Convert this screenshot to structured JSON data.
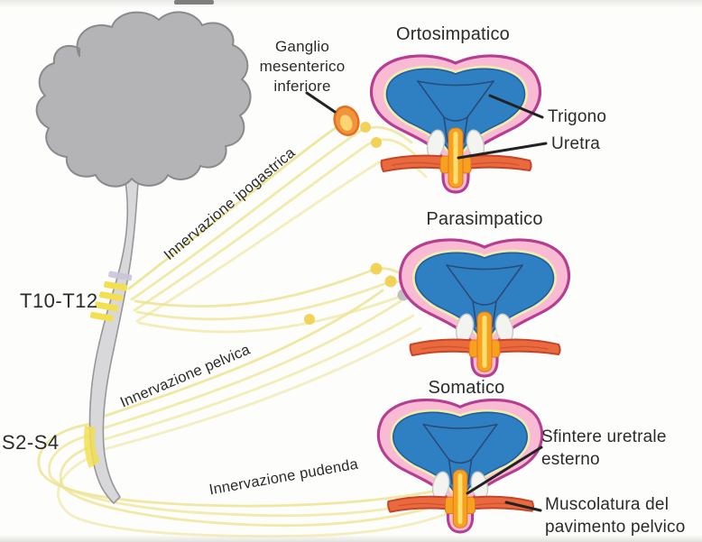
{
  "labels": {
    "spinal_levels": {
      "thoracic": "T10-T12",
      "sacral": "S2-S4"
    },
    "pathways": {
      "hypogastric": "Innervazione ipogastrica",
      "pelvic": "Innervazione pelvica",
      "pudendal": "Innervazione pudenda"
    },
    "panels": {
      "orthosympathetic": "Ortosimpatico",
      "parasympathetic": "Parasimpatico",
      "somatic": "Somatico"
    },
    "annotations": {
      "ganglion": "Ganglio\nmesenterico\ninferiore",
      "trigone": "Trigono",
      "urethra": "Uretra",
      "sphincter": "Sfintere uretrale\nesterno",
      "pelvic_floor": "Muscolatura del\npavimento pelvico"
    }
  },
  "colors": {
    "bg": "#fdfdfb",
    "text": "#2b2b2b",
    "leader": "#222222",
    "brain": "#b4b4b6",
    "brain_stroke": "#8a8a8d",
    "cord": "#d8d8da",
    "cord_stroke": "#97979a",
    "cord_band": "#f2df52",
    "cord_band_lavender": "#cbc4d9",
    "nerve": "#ece28c",
    "synapse": "#f0cf4a",
    "synapse_gray": "#b9b9c0",
    "ganglion": "#f2953a",
    "ganglion_stroke": "#e2701f",
    "ganglion_core": "#fbd474",
    "wall": "#f9bad3",
    "wall_stroke": "#b63d92",
    "lumen": "#2e80c3",
    "lumen_stroke": "#1e5f9e",
    "trigone_line": "#2a4a78",
    "halo": "#f1ecac",
    "urethra": "#f6a21f",
    "urethra_stripe": "#ffdf70",
    "muscle": "#e96a3c",
    "muscle_stroke": "#c8432a",
    "blob": "#f3f3ef",
    "blob_stroke": "#c8c8c4"
  }
}
